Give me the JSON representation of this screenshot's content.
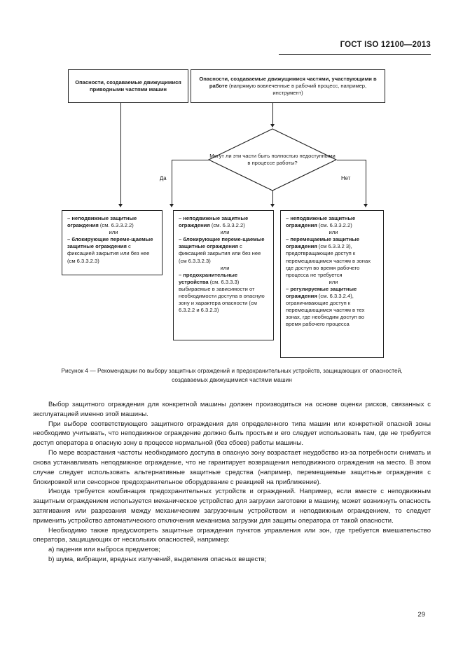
{
  "header": {
    "standard_title": "ГОСТ ISO 12100—2013"
  },
  "figure": {
    "nodes": {
      "driven_parts": "Опасности, создаваемые движущимися приводными частями машин",
      "working_parts_bold": "Опасности, создаваемые движущимися частями, участвующими в работе",
      "working_parts_rest": " (напрямую вовлеченные в рабочий процесс, например, инструмент)",
      "decision": "Могут ли эти части быть полностью недоступными в процессе работы?"
    },
    "branches": {
      "yes": "Да",
      "no": "Нет"
    },
    "result_yes": {
      "item1_bold": "– неподвижные защитные ограждения",
      "item1_rest": " (см. 6.3.3.2.2)",
      "or1": "или",
      "item2_bold": "– блокирующие переме-щаемые защитные ограждения",
      "item2_rest": " с фиксацией закрытия или без нее (см  6.3.3.2.3)"
    },
    "result_mid": {
      "item1_bold": "– неподвижные защитные ограждения",
      "item1_rest": " (см. 6.3.3.2.2)",
      "or1": "или",
      "item2_bold": "– блокирующие переме-щаемые защитные ограждения",
      "item2_rest": " с фиксацией закрытия или без нее (см  6.3.3.2.3)",
      "or2": "или",
      "item3_bold": "– предохранительные устройства",
      "item3_rest": " (см. 6.3.3.3) выбираемые в зависимости от необходимости доступа в опасную зону и характера опасности (см  6.3.2.2 и 6.3.2.3)"
    },
    "result_no": {
      "item1_bold": "– неподвижные защитные ограждения",
      "item1_rest": " (см. 6.3.3.2.2)",
      "or1": "или",
      "item2_bold": "– перемещаемые защитные ограждения",
      "item2_rest": " (см  6.3.3.2 3), предотвращающие доступ к перемещающимся частям в зонах  где доступ во время рабочего процесса не требуется",
      "or2": "или",
      "item3_bold": "– регулируемые защитные ограждения",
      "item3_rest": " (см. 6.3.3.2.4), ограничивающие доступ к перемещающимся частям в тех зонах, где необходим доступ во время рабочего процесса"
    },
    "caption": "Рисунок 4 — Рекомендации по выбору защитных ограждений и предохранительных устройств, защищающих от опасностей, создаваемых движущимися частями машин"
  },
  "body": {
    "p1": "Выбор защитного ограждения для конкретной машины должен производиться на основе оценки рисков, связанных с эксплуатацией именно этой машины.",
    "p2": "При выборе соответствующего защитного ограждения для определенного типа машин или конкретной опасной зоны необходимо учитывать, что неподвижное ограждение должно быть простым и его следует использовать там, где не требуется доступ оператора в опасную зону в процессе нормальной (без сбоев) работы машины.",
    "p3": "По мере возрастания частоты необходимого доступа в опасную зону возрастает неудобство из-за потребности снимать и снова устанавливать неподвижное ограждение, что не гарантирует возвращения неподвижного ограждения на место. В этом случае следует использовать альтернативные защитные средства (например, перемещаемые защитные ограждения с блокировкой или сенсорное предохранительное оборудование с реакцией на приближение).",
    "p4": "Иногда требуется комбинация предохранительных устройств и ограждений. Например, если вместе с неподвижным защитным ограждением используется механическое устройство для загрузки заготовки в машину, может возникнуть опасность затягивания или разрезания между механическим загрузочным устройством и неподвижным ограждением, то следует применить устройство автоматического отключения механизма загрузки для защиты оператора от такой опасности.",
    "p5": "Необходимо также предусмотреть защитные ограждения пунктов управления или зон, где требуется вмешательство оператора, защищающих от нескольких опасностей, например:",
    "item_a": "a) падения или выброса предметов;",
    "item_b": "b) шума, вибрации, вредных излучений, выделения опасных веществ;"
  },
  "page_number": "29"
}
